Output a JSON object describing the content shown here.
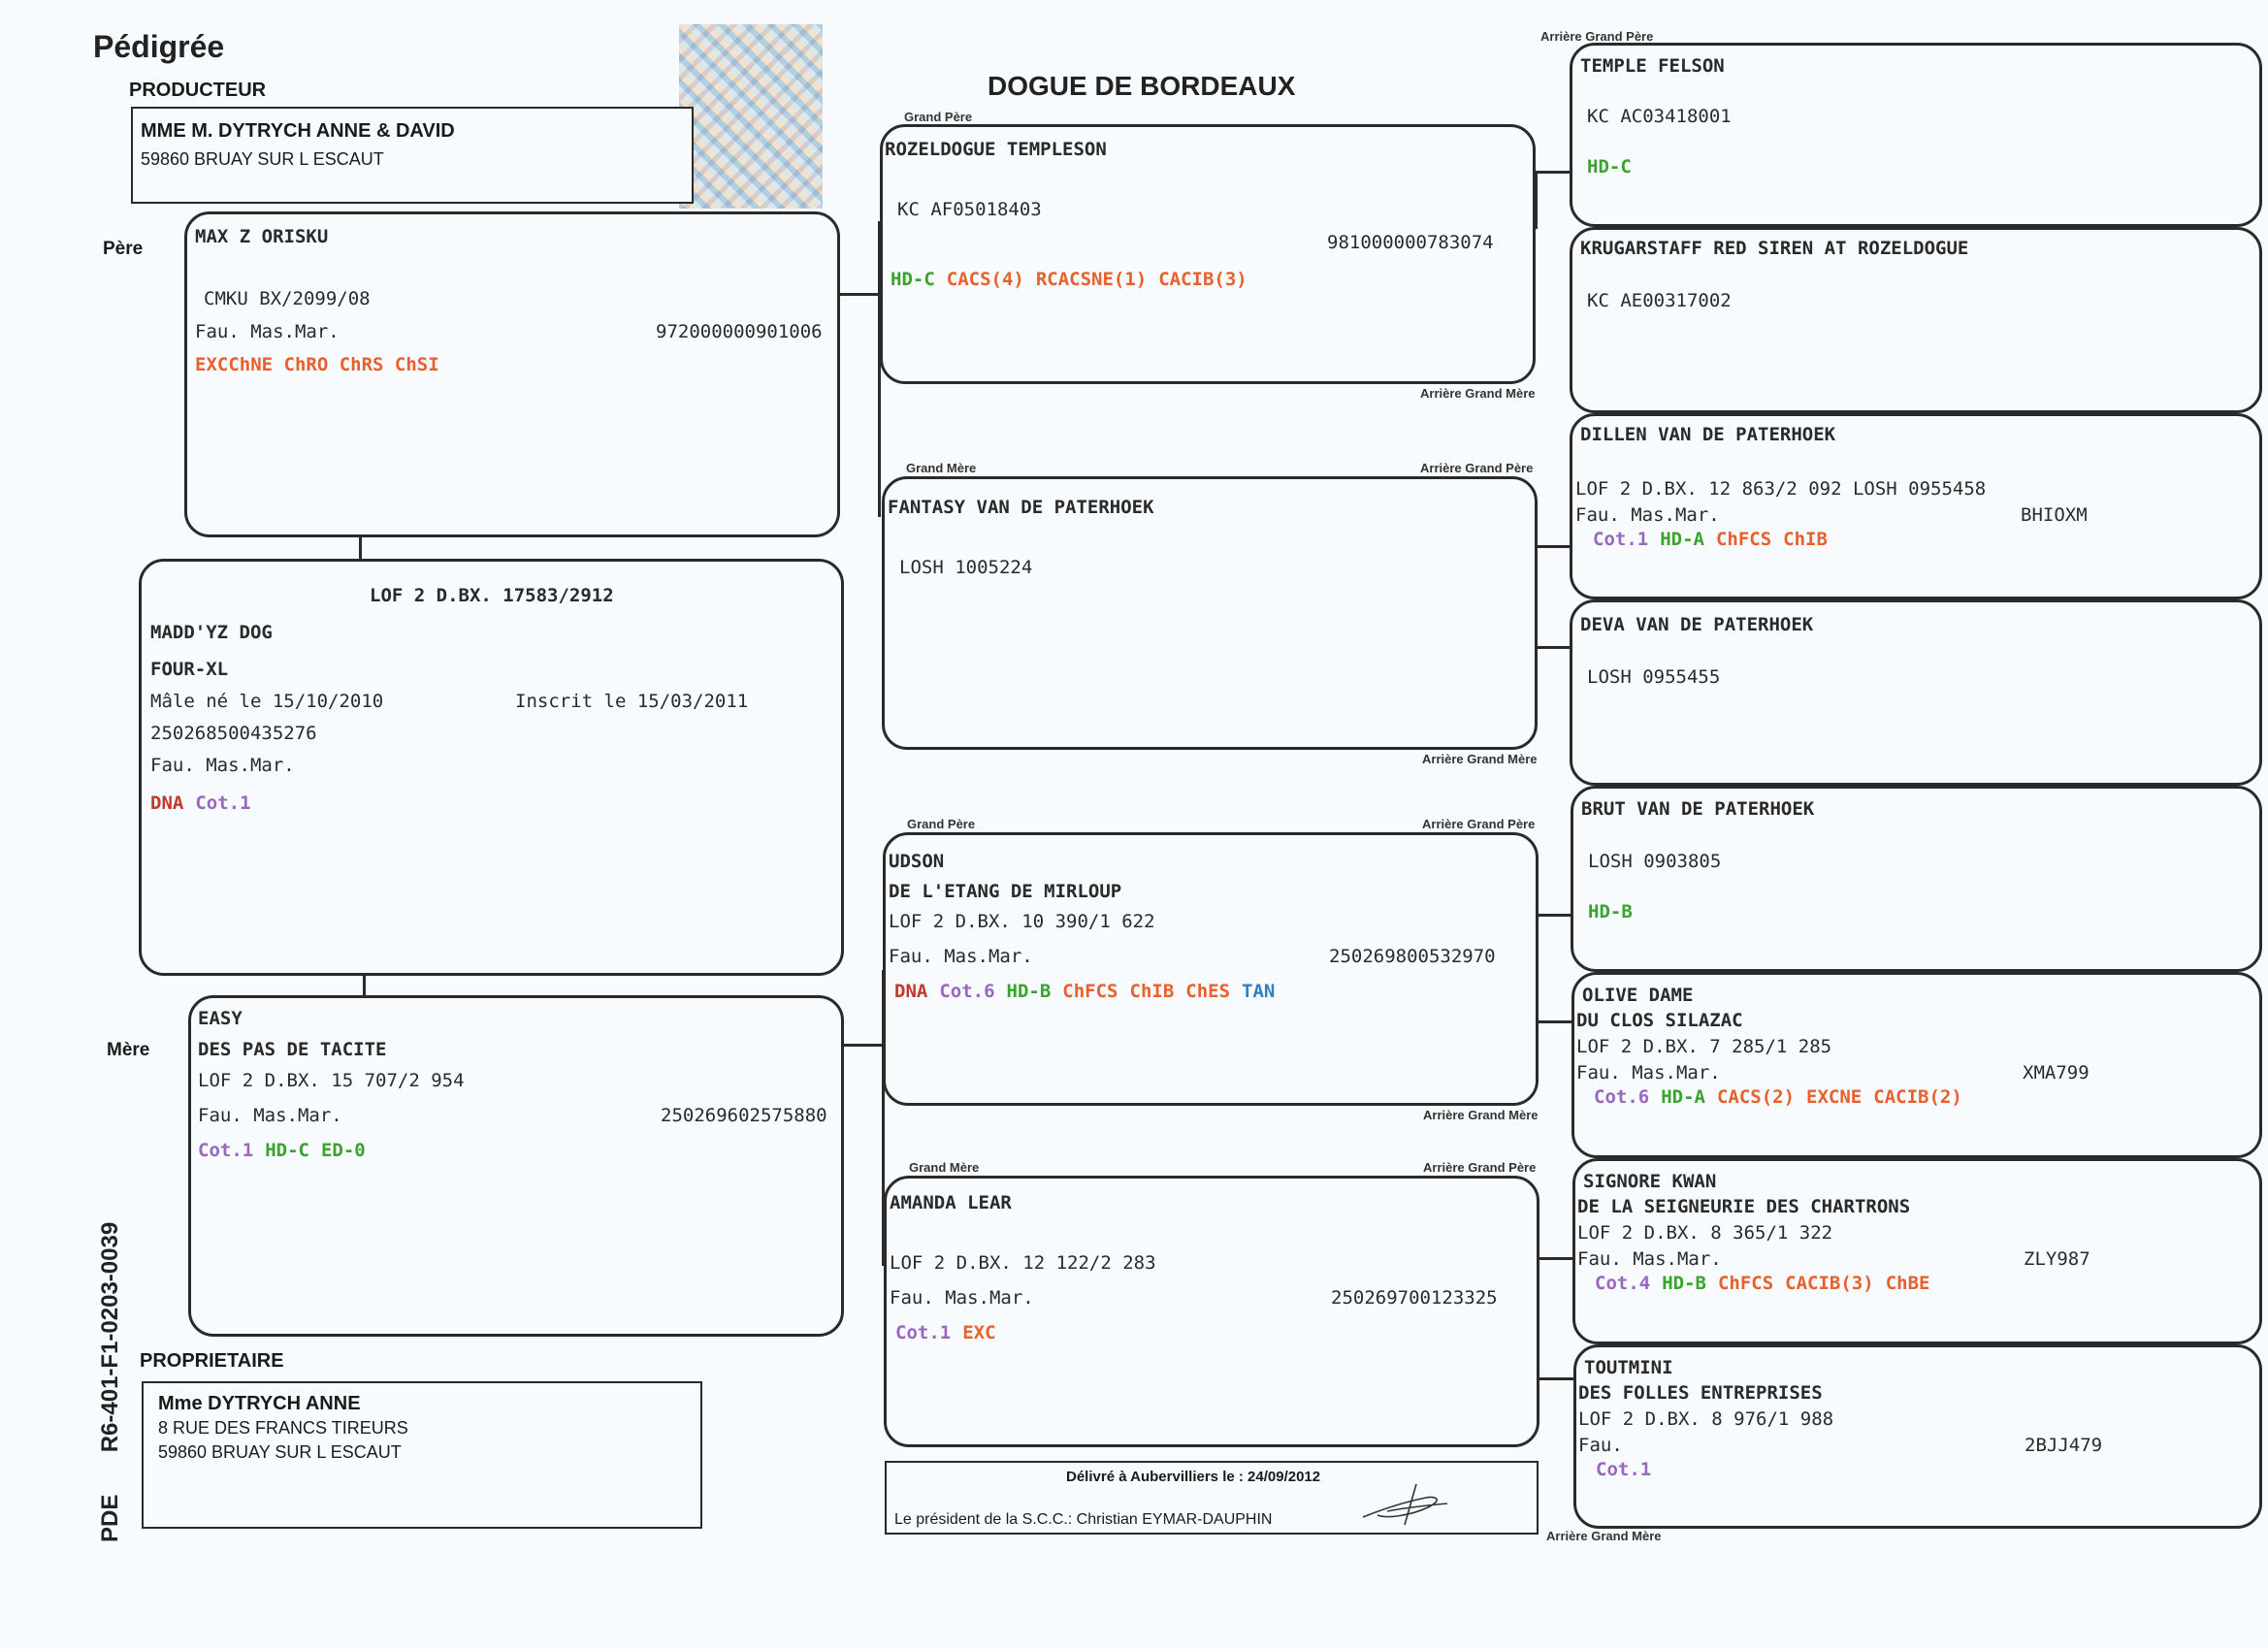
{
  "title": "Pédigrée",
  "breed": "DOGUE DE BORDEAUX",
  "doc_code_left": "PDE",
  "doc_code_right": "R6-401-F1-0203-0039",
  "producer": {
    "heading": "PRODUCTEUR",
    "name": "MME M. DYTRYCH ANNE & DAVID",
    "address": "59860 BRUAY SUR L ESCAUT"
  },
  "owner": {
    "heading": "PROPRIETAIRE",
    "name": "Mme DYTRYCH ANNE",
    "address1": "8 RUE DES FRANCS TIREURS",
    "address2": "59860 BRUAY SUR L ESCAUT"
  },
  "labels": {
    "pere": "Père",
    "mere": "Mère",
    "grand_pere": "Grand Père",
    "grand_mere": "Grand Mère",
    "arriere_grand_pere": "Arrière Grand Père",
    "arriere_grand_mere": "Arrière Grand Mère"
  },
  "sire": {
    "name": "MAX Z ORISKU",
    "reg": "CMKU BX/2099/08",
    "color": "Fau. Mas.Mar.",
    "chip": "972000000901006",
    "titles": [
      {
        "text": "EXCChNE ChRO ChRS ChSI",
        "color": "orange"
      }
    ]
  },
  "dog": {
    "lof": "LOF 2 D.BX. 17583/2912",
    "name": "MADD'YZ DOG",
    "kennel": "FOUR-XL",
    "born": "Mâle né le 15/10/2010",
    "registered": "Inscrit le 15/03/2011",
    "chip": "250268500435276",
    "color": "Fau. Mas.Mar.",
    "titles": [
      {
        "text": "DNA",
        "color": "red"
      },
      {
        "text": "Cot.1",
        "color": "purple"
      }
    ]
  },
  "dam": {
    "name": "EASY",
    "kennel": "DES PAS DE TACITE",
    "reg": "LOF 2 D.BX. 15 707/2 954",
    "color": "Fau. Mas.Mar.",
    "chip": "250269602575880",
    "titles": [
      {
        "text": "Cot.1",
        "color": "purple"
      },
      {
        "text": "HD-C",
        "color": "green"
      },
      {
        "text": "ED-0",
        "color": "green"
      }
    ]
  },
  "gp1": {
    "name": "ROZELDOGUE TEMPLESON",
    "reg": "KC AF05018403",
    "chip": "981000000783074",
    "titles": [
      {
        "text": "HD-C",
        "color": "green"
      },
      {
        "text": "CACS(4)",
        "color": "orange"
      },
      {
        "text": "RCACSNE(1)",
        "color": "orange"
      },
      {
        "text": "CACIB(3)",
        "color": "orange"
      }
    ]
  },
  "gm1": {
    "name": "FANTASY VAN DE PATERHOEK",
    "reg": "LOSH 1005224"
  },
  "gp2": {
    "name": "UDSON",
    "kennel": "DE L'ETANG DE MIRLOUP",
    "reg": "LOF 2 D.BX. 10 390/1 622",
    "color": "Fau. Mas.Mar.",
    "chip": "250269800532970",
    "titles": [
      {
        "text": "DNA",
        "color": "red"
      },
      {
        "text": "Cot.6",
        "color": "purple"
      },
      {
        "text": "HD-B",
        "color": "green"
      },
      {
        "text": "ChFCS",
        "color": "orange"
      },
      {
        "text": "ChIB",
        "color": "orange"
      },
      {
        "text": "ChES",
        "color": "orange"
      },
      {
        "text": "TAN",
        "color": "blue"
      }
    ]
  },
  "gm2": {
    "name": "AMANDA LEAR",
    "reg": "LOF 2 D.BX. 12 122/2 283",
    "color": "Fau. Mas.Mar.",
    "chip": "250269700123325",
    "titles": [
      {
        "text": "Cot.1",
        "color": "purple"
      },
      {
        "text": "EXC",
        "color": "orange"
      }
    ]
  },
  "ggp1": {
    "name": "TEMPLE FELSON",
    "reg": "KC AC03418001",
    "titles": [
      {
        "text": "HD-C",
        "color": "green"
      }
    ]
  },
  "ggm1": {
    "name": "KRUGARSTAFF RED SIREN AT ROZELDOGUE",
    "reg": "KC AE00317002"
  },
  "ggp2": {
    "name": "DILLEN VAN DE PATERHOEK",
    "reg": "LOF 2 D.BX. 12 863/2 092 LOSH 0955458",
    "color": "Fau. Mas.Mar.",
    "tattoo": "BHIOXM",
    "titles": [
      {
        "text": "Cot.1",
        "color": "purple"
      },
      {
        "text": "HD-A",
        "color": "green"
      },
      {
        "text": "ChFCS",
        "color": "orange"
      },
      {
        "text": "ChIB",
        "color": "orange"
      }
    ]
  },
  "ggm2": {
    "name": "DEVA VAN DE PATERHOEK",
    "reg": "LOSH 0955455"
  },
  "ggp3": {
    "name": "BRUT VAN DE PATERHOEK",
    "reg": "LOSH 0903805",
    "titles": [
      {
        "text": "HD-B",
        "color": "green"
      }
    ]
  },
  "ggm3": {
    "name": "OLIVE DAME",
    "kennel": "DU CLOS SILAZAC",
    "reg": "LOF 2 D.BX. 7 285/1 285",
    "color": "Fau. Mas.Mar.",
    "tattoo": "XMA799",
    "titles": [
      {
        "text": "Cot.6",
        "color": "purple"
      },
      {
        "text": "HD-A",
        "color": "green"
      },
      {
        "text": "CACS(2)",
        "color": "orange"
      },
      {
        "text": "EXCNE",
        "color": "orange"
      },
      {
        "text": "CACIB(2)",
        "color": "orange"
      }
    ]
  },
  "ggp4": {
    "name": "SIGNORE KWAN",
    "kennel": "DE LA SEIGNEURIE DES CHARTRONS",
    "reg": "LOF 2 D.BX. 8 365/1 322",
    "color": "Fau. Mas.Mar.",
    "tattoo": "ZLY987",
    "titles": [
      {
        "text": "Cot.4",
        "color": "purple"
      },
      {
        "text": "HD-B",
        "color": "green"
      },
      {
        "text": "ChFCS",
        "color": "orange"
      },
      {
        "text": "CACIB(3)",
        "color": "orange"
      },
      {
        "text": "ChBE",
        "color": "orange"
      }
    ]
  },
  "ggm4": {
    "name": "TOUTMINI",
    "kennel": "DES FOLLES ENTREPRISES",
    "reg": "LOF 2 D.BX. 8 976/1 988",
    "color": "Fau.",
    "tattoo": "2BJJ479",
    "titles": [
      {
        "text": "Cot.1",
        "color": "purple"
      }
    ]
  },
  "footer": {
    "delivered": "Délivré à Aubervilliers le : 24/09/2012",
    "president": "Le président de la S.C.C.: Christian EYMAR-DAUPHIN"
  }
}
